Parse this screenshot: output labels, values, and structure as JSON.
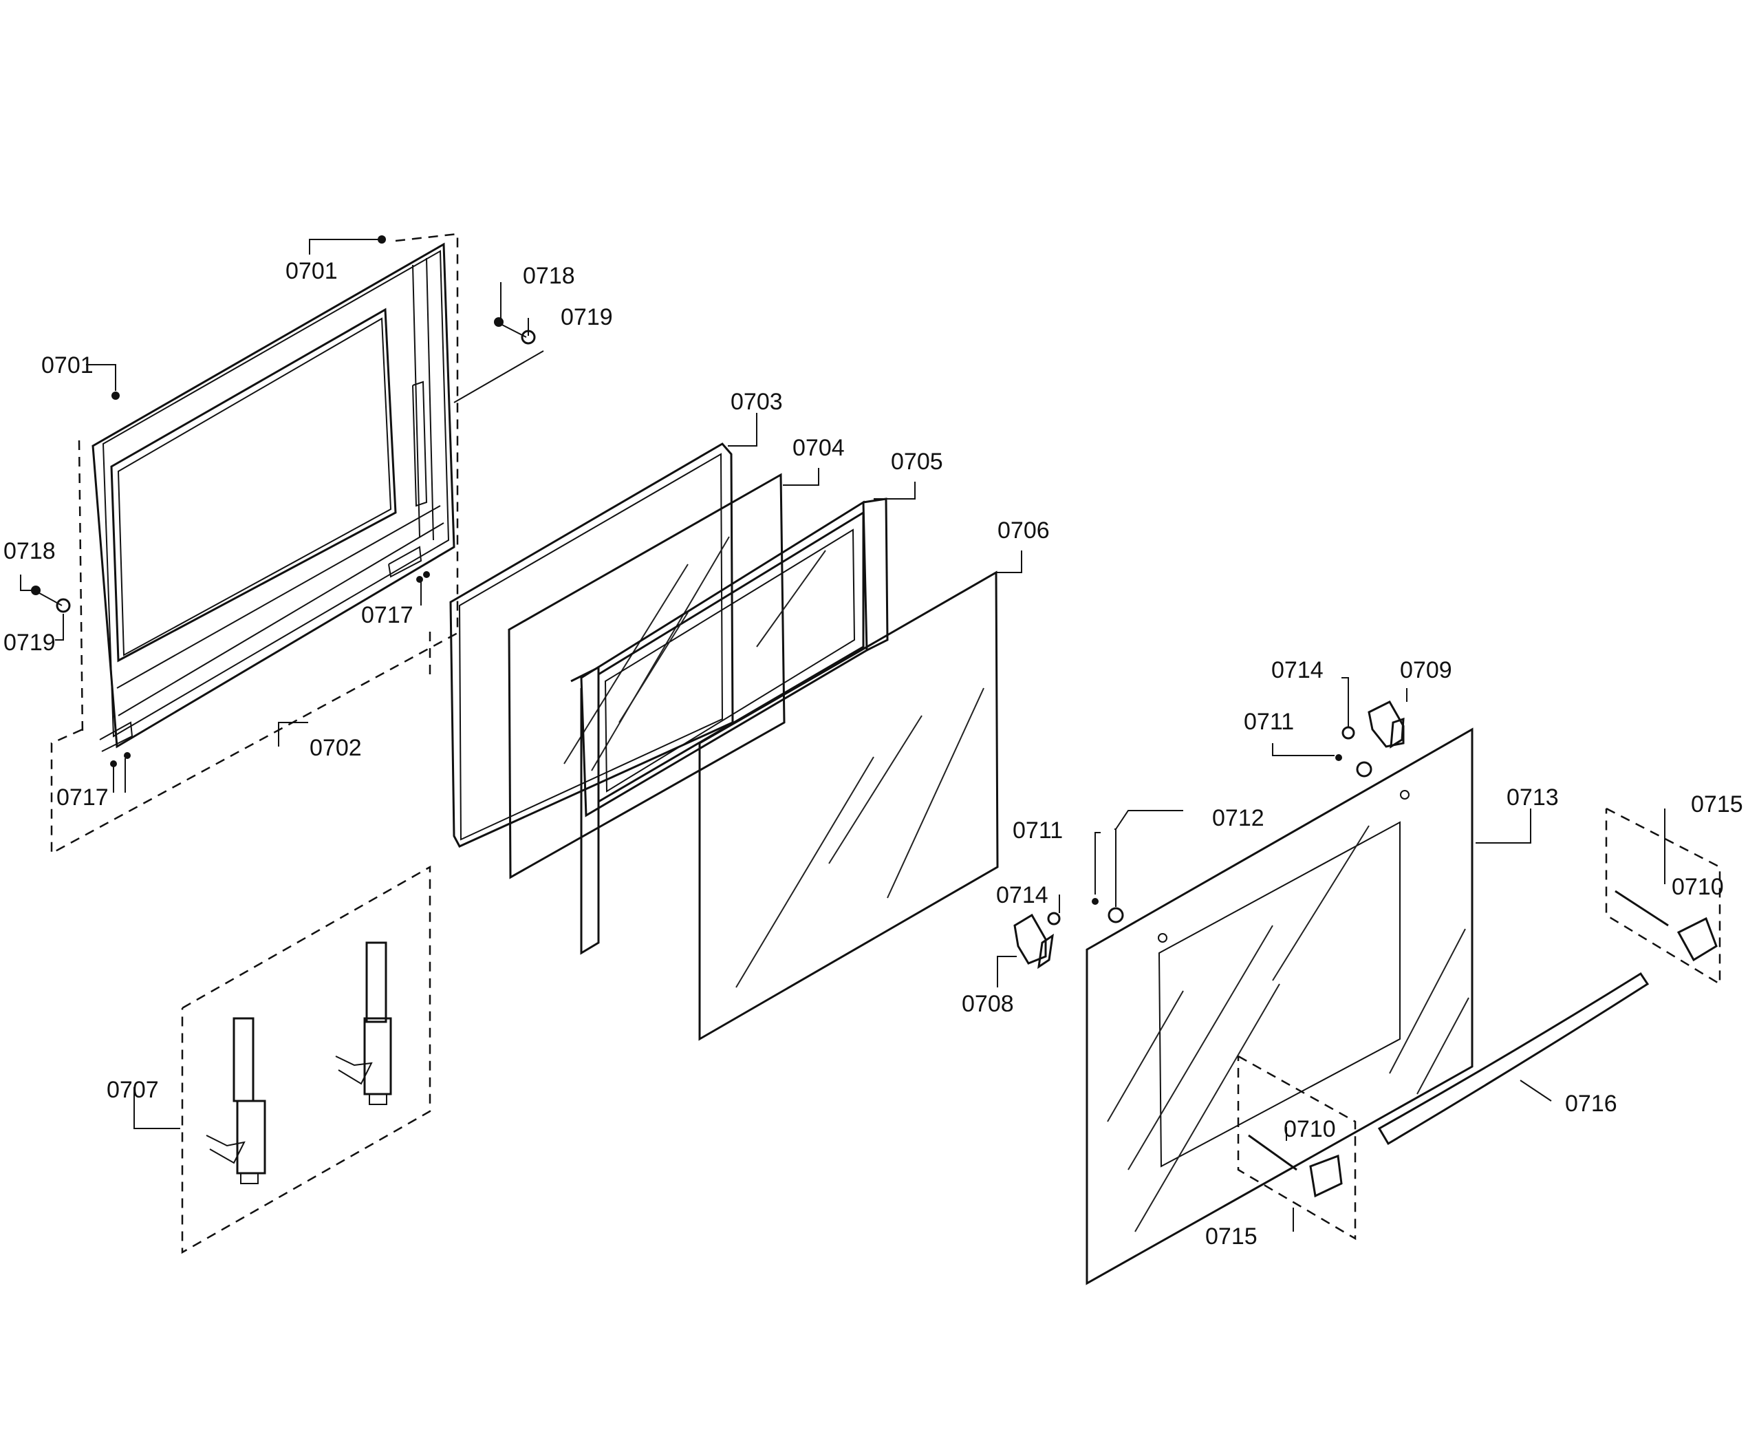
{
  "labels": {
    "l0701a": "0701",
    "l0701b": "0701",
    "l0718a": "0718",
    "l0719a": "0719",
    "l0718b": "0718",
    "l0719b": "0719",
    "l0717a": "0717",
    "l0717b": "0717",
    "l0702": "0702",
    "l0703": "0703",
    "l0704": "0704",
    "l0705": "0705",
    "l0706": "0706",
    "l0707": "0707",
    "l0708": "0708",
    "l0709": "0709",
    "l0710a": "0710",
    "l0710b": "0710",
    "l0711a": "0711",
    "l0711b": "0711",
    "l0712": "0712",
    "l0713": "0713",
    "l0714a": "0714",
    "l0714b": "0714",
    "l0715a": "0715",
    "l0715b": "0715",
    "l0716": "0716"
  }
}
